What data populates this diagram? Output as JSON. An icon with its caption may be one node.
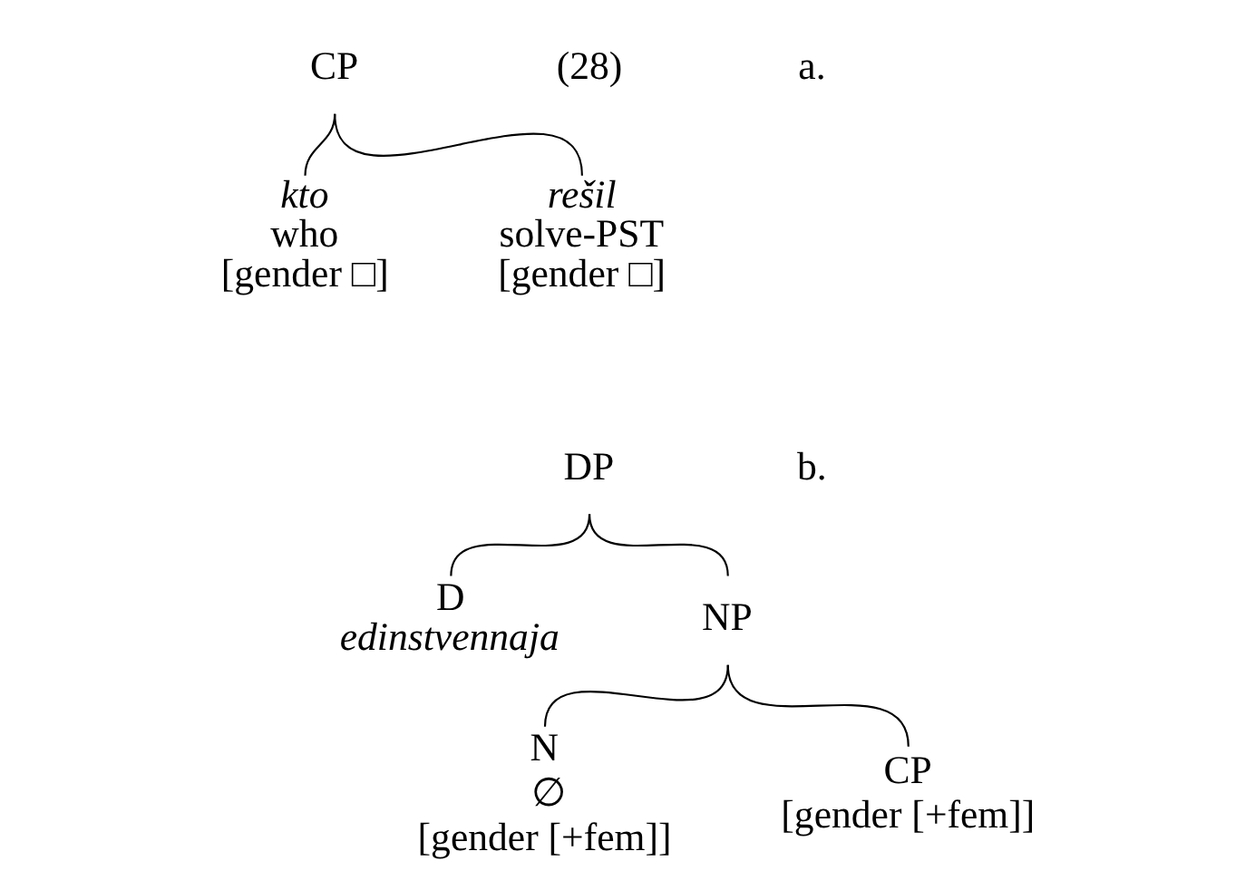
{
  "diagram": {
    "nodes": [
      {
        "text": [
          "CP"
        ]
      },
      {
        "text": [
          "kto",
          "who",
          "[gender □]"
        ]
      },
      {
        "text": [
          "rešil",
          "solve-PST",
          "[gender □]"
        ]
      },
      {
        "text": [
          "DP"
        ]
      },
      {
        "text": [
          "D",
          "edinstvennaja"
        ]
      },
      {
        "text": [
          "NP"
        ]
      },
      {
        "text": [
          "N",
          "∅",
          "[gender [+fem]]"
        ]
      },
      {
        "text": [
          "CP",
          "[gender [+fem]]"
        ]
      }
    ],
    "edges": [
      {
        "from": 0,
        "to": 1,
        "arrow": "none"
      },
      {
        "from": 0,
        "to": 2,
        "arrow": "none"
      },
      {
        "from": 3,
        "to": 4,
        "arrow": "none"
      },
      {
        "from": 3,
        "to": 5,
        "arrow": "none"
      },
      {
        "from": 5,
        "to": 6,
        "arrow": "none"
      },
      {
        "from": 5,
        "to": 7,
        "arrow": "none"
      }
    ],
    "labels": [
      "(28)",
      "a.",
      "b."
    ]
  }
}
